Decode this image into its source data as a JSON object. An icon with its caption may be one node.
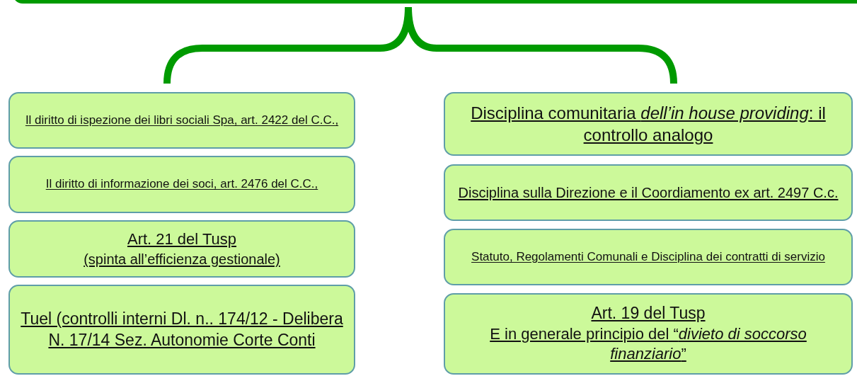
{
  "diagram": {
    "nodes": [
      {
        "text": [
          "Il diritto di ispezione dei libri sociali Spa, art. 2422 del C.C.,"
        ]
      },
      {
        "text": [
          "Il diritto di informazione dei soci, art. 2476 del C.C.,"
        ]
      },
      {
        "text": [
          "Art. 21 del Tusp",
          "(spinta all’efficienza gestionale)"
        ]
      },
      {
        "text": [
          "Tuel (controlli interni Dl. n.. 174/12 - Delibera N. 17/14 Sez. Autonomie Corte Conti"
        ]
      },
      {
        "text": [
          "Disciplina comunitaria *dell’in house providing*: il controllo analogo"
        ]
      },
      {
        "text": [
          "Disciplina sulla Direzione e il Coordiamento ex art. 2497 C.c."
        ]
      },
      {
        "text": [
          "Statuto, Regolamenti Comunali e Disciplina dei contratti di servizio"
        ]
      },
      {
        "text": [
          "Art. 19 del Tusp",
          "E in generale principio del “*divieto di soccorso finanziario*”"
        ]
      }
    ]
  }
}
